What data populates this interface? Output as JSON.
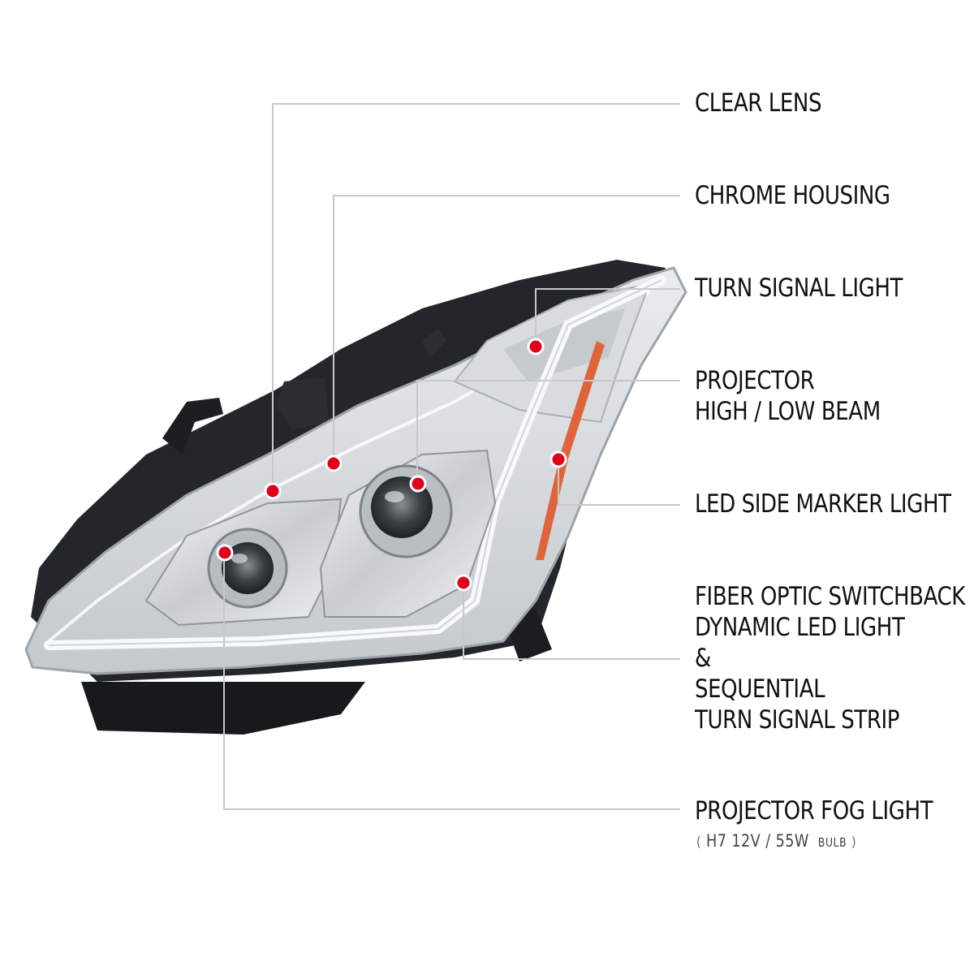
{
  "callouts": {
    "clear_lens": "CLEAR LENS",
    "chrome_housing": "CHROME HOUSING",
    "turn_signal": "TURN SIGNAL LIGHT",
    "projector_beam": [
      "PROJECTOR",
      "HIGH / LOW BEAM"
    ],
    "led_side_marker": "LED SIDE MARKER LIGHT",
    "fiber_optic": [
      "FIBER OPTIC SWITCHBACK",
      "DYNAMIC LED LIGHT",
      "&",
      "SEQUENTIAL",
      "TURN SIGNAL STRIP"
    ],
    "fog_light": "PROJECTOR FOG LIGHT",
    "fog_bulb": {
      "open": "(",
      "spec": "H7  12V / 55W",
      "bulb": "BULB",
      "close": ")"
    }
  },
  "colors": {
    "leader_line": "#c8c8c8",
    "marker_dot": "#e3001b",
    "amber_strip": "#e0643a",
    "text": "#111111"
  },
  "icons": {
    "marker": "red-dot-marker"
  }
}
